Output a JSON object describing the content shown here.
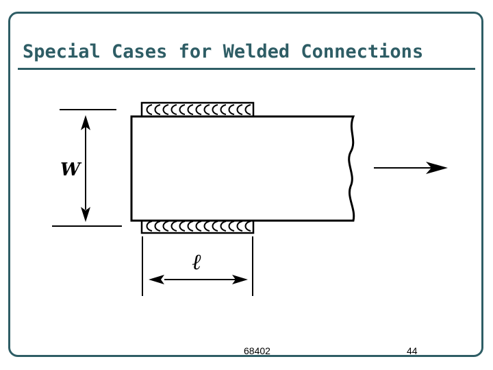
{
  "slide": {
    "title": "Special Cases for Welded Connections",
    "footer_id": "68402",
    "page_number": "44"
  },
  "diagram": {
    "width_label": "W",
    "length_label": "ℓ",
    "load_arrow": "right-arrow-icon"
  },
  "colors": {
    "title": "#2e5d65",
    "frame": "#2e5d65",
    "drawing": "#000000"
  }
}
